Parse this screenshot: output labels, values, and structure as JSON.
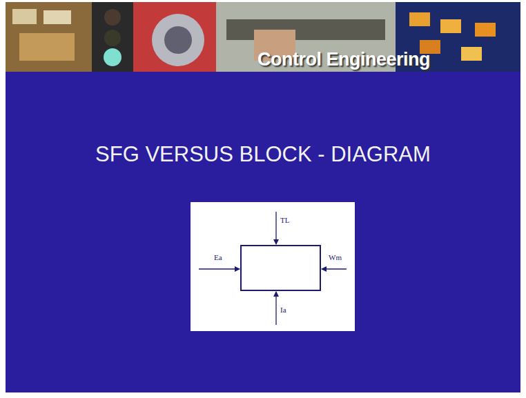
{
  "diagram": {
    "title": "SFG VERSUS BLOCK - DIAGRAM",
    "labels": [
      "Control Engineering",
      "TL",
      "Ea",
      "Wm",
      "Ia"
    ]
  }
}
